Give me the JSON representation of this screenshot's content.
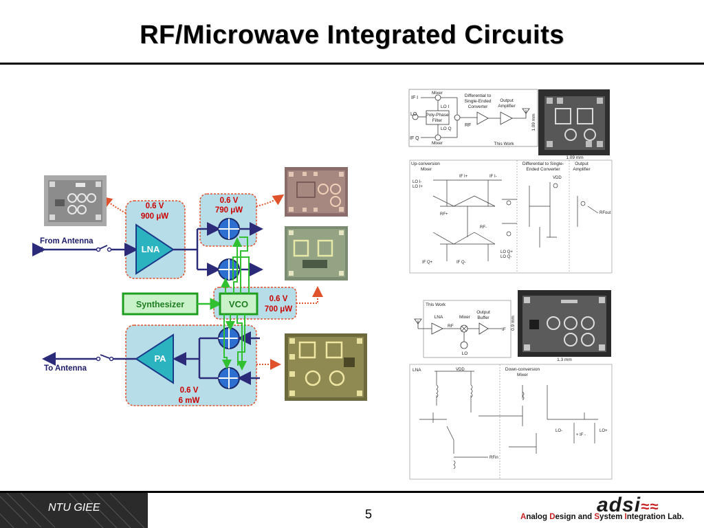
{
  "slide": {
    "title": "RF/Microwave Integrated Circuits",
    "page_number": "5",
    "footer_left": "NTU GIEE",
    "footer_logo": "adsi",
    "footer_lab": {
      "a": "A",
      "a_rest": "nalog ",
      "d": "D",
      "d_rest": "esign and ",
      "s": "S",
      "s_rest": "ystem ",
      "i": "I",
      "i_rest": "ntegration Lab."
    }
  },
  "block_diagram": {
    "from_antenna": "From Antenna",
    "to_antenna": "To Antenna",
    "lna": "LNA",
    "pa": "PA",
    "synthesizer": "Synthesizer",
    "vco": "VCO",
    "mixer_power_v": "0.6 V",
    "mixer_power_p": "790 μW",
    "lna_power_v": "0.6 V",
    "lna_power_p": "900 μW",
    "vco_power_v": "0.6 V",
    "vco_power_p": "700 μW",
    "pa_power_v": "0.6 V",
    "pa_power_p": "6 mW"
  },
  "schematic_top": {
    "if_i": "IF I",
    "if_q": "IF Q",
    "lo": "LO",
    "mixer_top": "Mixer",
    "mixer_bottom": "Mixer",
    "lo_i": "LO I",
    "lo_q": "LO Q",
    "polyphase": "Poly-Phase",
    "filter": "Filter",
    "rf": "RF",
    "diff_1": "Differential to",
    "diff_2": "Single-Ended",
    "diff_3": "Converter",
    "out_amp_1": "Output",
    "out_amp_2": "Amplifier",
    "this_work": "This Work",
    "die_height": "1.09 mm",
    "die_width": "1.09 mm"
  },
  "schematic_mid": {
    "upconv_1": "Up-conversion",
    "upconv_2": "Mixer",
    "diff_1": "Differential to Single-",
    "diff_2": "Ended Converter",
    "out_1": "Output",
    "out_2": "Amplifier",
    "lo_i_minus": "LO I-",
    "lo_i_plus": "LO I+",
    "if_i_plus": "IF I+",
    "if_i_minus": "IF I-",
    "rf_plus": "RF+",
    "rf_minus": "RF-",
    "if_q_plus": "IF Q+",
    "if_q_minus": "IF Q-",
    "lo_q_plus": "LO Q+",
    "lo_q_minus": "LO Q-",
    "vdd": "VDD",
    "rf_out": "RFout"
  },
  "schematic_rx": {
    "this_work": "This Work",
    "lna": "LNA",
    "mixer": "Mixer",
    "out_buf_1": "Output",
    "out_buf_2": "Buffer",
    "rf": "RF",
    "lo": "LO",
    "if": "IF",
    "die_height": "0.9 mm",
    "die_width": "1.3 mm"
  },
  "schematic_bottom": {
    "lna": "LNA",
    "downconv_1": "Down-conversion",
    "downconv_2": "Mixer",
    "vdd": "VDD",
    "lo_minus": "LO-",
    "lo_plus": "LO+",
    "if_pm": "+ IF -",
    "rf_in": "RFin"
  },
  "colors": {
    "block_fill": "#b7dde8",
    "block_border": "#e0522c",
    "triangle": "#2bb3c0",
    "synth_fill": "#c9f2c9",
    "synth_border": "#1e9e1e",
    "mixer_fill": "#2d6fd0",
    "wire": "#2b2b7a",
    "power_text": "#cc0000",
    "green_wire": "#30c030"
  }
}
